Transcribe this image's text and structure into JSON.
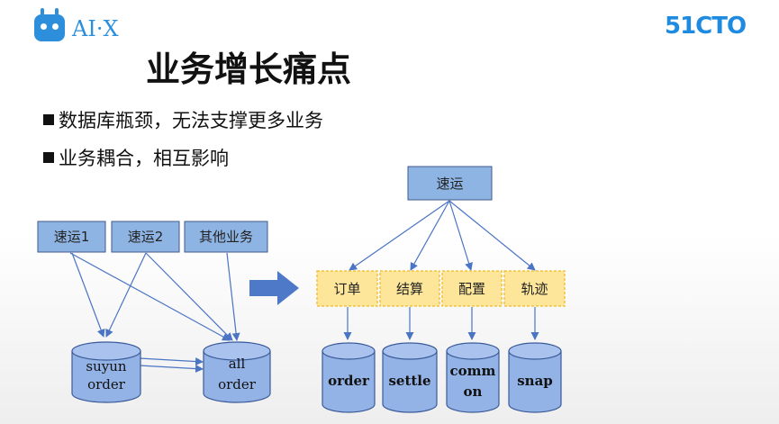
{
  "logos": {
    "left_text": "AI·X",
    "right_text": "51CTO"
  },
  "title": "业务增长痛点",
  "bullets": [
    "数据库瓶颈，无法支撑更多业务",
    "业务耦合，相互影响"
  ],
  "left_diagram": {
    "services": [
      "速运1",
      "速运2",
      "其他业务"
    ],
    "databases": [
      {
        "lines": [
          "suyun",
          "order"
        ]
      },
      {
        "lines": [
          "all",
          "order"
        ]
      }
    ]
  },
  "right_diagram": {
    "root": "速运",
    "modules": [
      "订单",
      "结算",
      "配置",
      "轨迹"
    ],
    "databases": [
      {
        "lines": [
          "order"
        ]
      },
      {
        "lines": [
          "settle"
        ]
      },
      {
        "lines": [
          "comm",
          "on"
        ]
      },
      {
        "lines": [
          "snap"
        ]
      }
    ]
  },
  "colors": {
    "service_box": "#8eb4e3",
    "module_box": "#fde59a",
    "module_border": "#f5c23c",
    "db_fill": "#93b3e6",
    "arrow": "#4a74c4",
    "big_arrow": "#4d79c8",
    "logo_blue": "#2d8fdc"
  }
}
